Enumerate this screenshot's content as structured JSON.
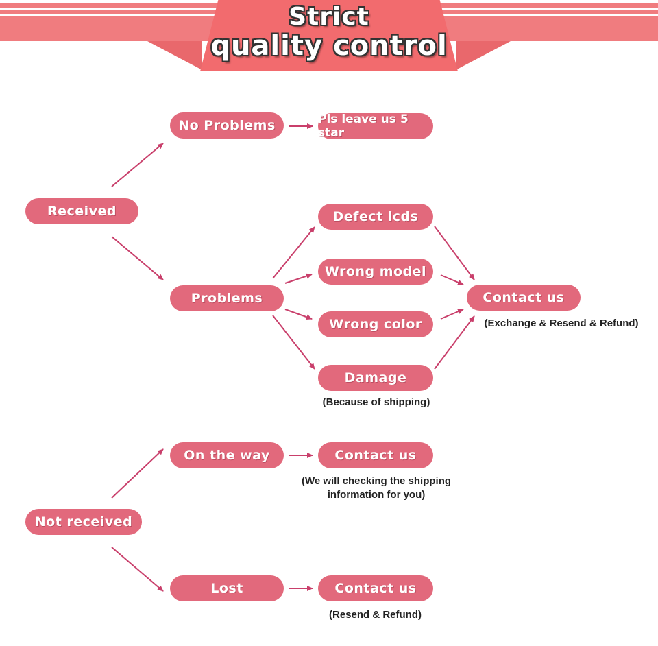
{
  "title": {
    "line1": "Strict",
    "line2": "quality control"
  },
  "colors": {
    "node": "#e2697c",
    "arrow": "#c93f6b",
    "banner": "#f07c7f"
  },
  "nodes": {
    "received": "Received",
    "no_problems": "No Problems",
    "leave_star": "Pls leave us 5 star",
    "problems": "Problems",
    "defect_lcds": "Defect lcds",
    "wrong_model": "Wrong model",
    "wrong_color": "Wrong color",
    "damage": "Damage",
    "contact_problems": "Contact us",
    "not_received": "Not received",
    "on_the_way": "On the way",
    "contact_way": "Contact us",
    "lost": "Lost",
    "contact_lost": "Contact us"
  },
  "notes": {
    "exchange": "(Exchange & Resend & Refund)",
    "damage_reason": "(Because of shipping)",
    "shipping_line1": "(We will checking the shipping",
    "shipping_line2": "information for you)",
    "resend": "(Resend & Refund)"
  }
}
